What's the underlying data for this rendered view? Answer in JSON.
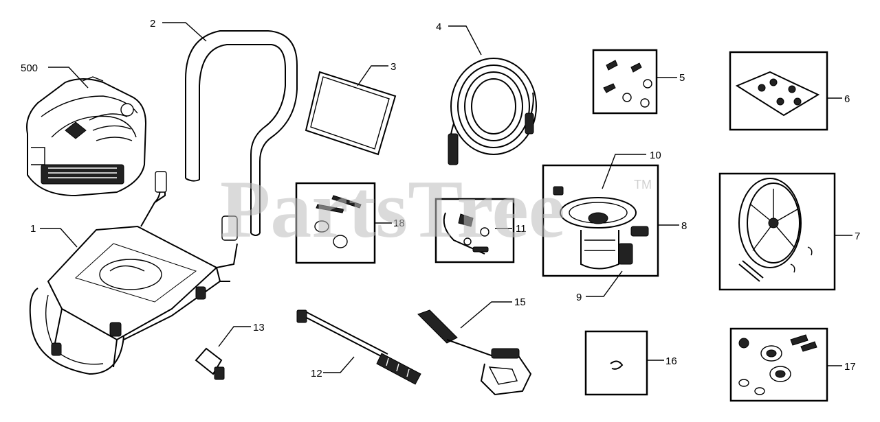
{
  "watermark": {
    "brand": "PartsTree",
    "mark": "TM"
  },
  "callouts": {
    "c500": "500",
    "c1": "1",
    "c2": "2",
    "c3": "3",
    "c4": "4",
    "c5": "5",
    "c6": "6",
    "c7": "7",
    "c8": "8",
    "c9": "9",
    "c10": "10",
    "c11": "11",
    "c12": "12",
    "c13": "13",
    "c15": "15",
    "c16": "16",
    "c17": "17",
    "c18": "18"
  }
}
